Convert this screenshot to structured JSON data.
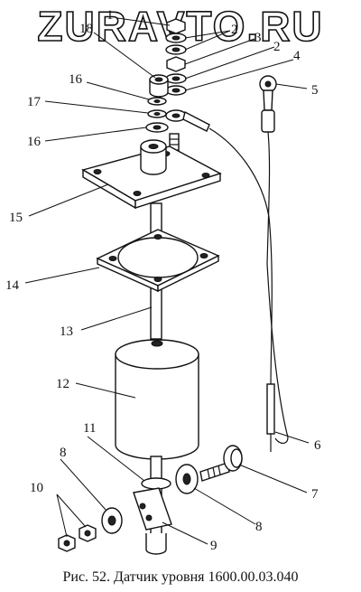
{
  "watermark": "ZURAVTO.RU",
  "caption": "Рис. 52. Датчик уровня 1600.00.03.040",
  "callouts": {
    "c1": "1",
    "c2a": "2",
    "c2b": "2",
    "c3": "3",
    "c4": "4",
    "c5": "5",
    "c6": "6",
    "c7": "7",
    "c8a": "8",
    "c8b": "8",
    "c9": "9",
    "c10": "10",
    "c11": "11",
    "c12": "12",
    "c13": "13",
    "c14": "14",
    "c15": "15",
    "c16a": "16",
    "c16b": "16",
    "c17": "17",
    "c18": "18"
  },
  "parts": {
    "1": "nut",
    "2": "washer",
    "3": "nut",
    "4": "terminal",
    "5": "ring-terminal",
    "6": "wire",
    "7": "bolt",
    "8": "washer",
    "9": "bracket",
    "10": "nuts",
    "11": "stop-ring",
    "12": "float",
    "13": "rod",
    "14": "gasket",
    "15": "flange",
    "16": "washer",
    "17": "washer",
    "18": "bushing"
  }
}
